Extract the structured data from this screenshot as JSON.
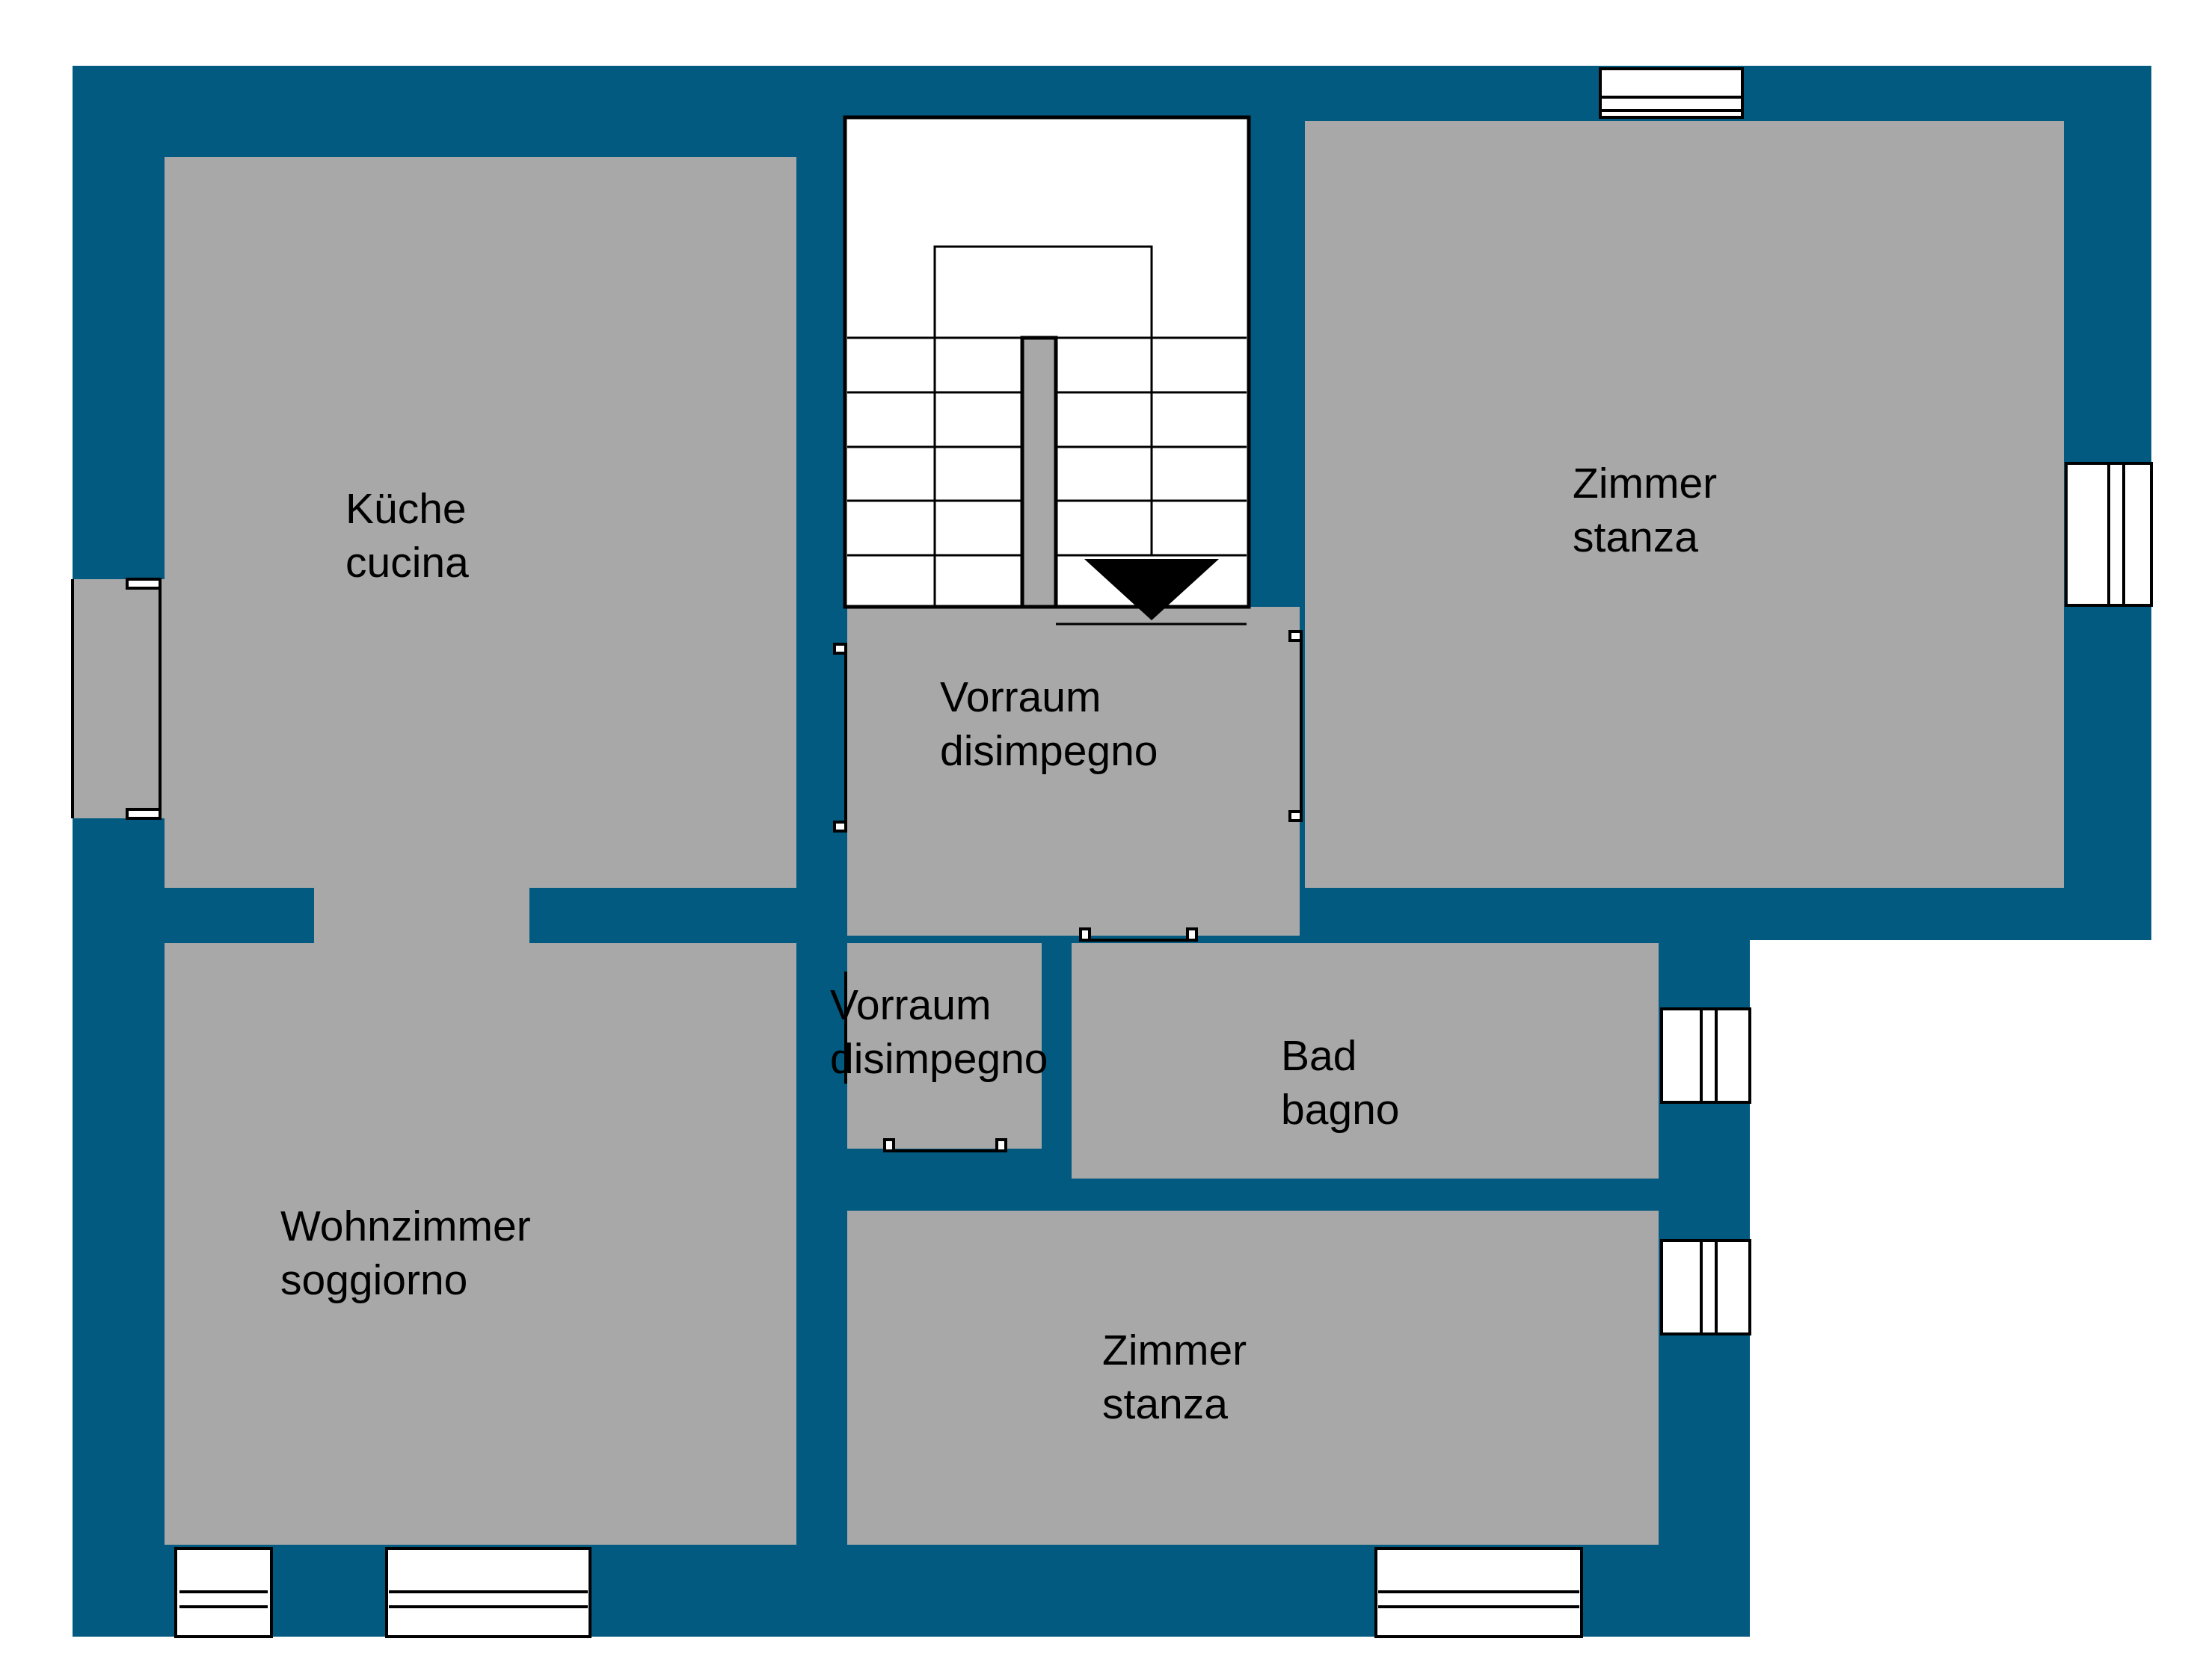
{
  "colors": {
    "wall": "#025a80",
    "floor": "#a8a8a8",
    "stair": "#ffffff",
    "line": "#000000",
    "background": "#ffffff"
  },
  "rooms": {
    "kitchen": {
      "line1": "Küche",
      "line2": "cucina"
    },
    "living": {
      "line1": "Wohnzimmer",
      "line2": "soggiorno"
    },
    "hall_upper": {
      "line1": "Vorraum",
      "line2": "disimpegno"
    },
    "hall_lower": {
      "line1": "Vorraum",
      "line2": "disimpegno"
    },
    "room_ne": {
      "line1": "Zimmer",
      "line2": "stanza"
    },
    "room_s": {
      "line1": "Zimmer",
      "line2": "stanza"
    },
    "bath": {
      "line1": "Bad",
      "line2": "bagno"
    }
  },
  "icons": {
    "stair_direction": "triangle-down-icon",
    "window": "window-icon",
    "door": "door-opening-icon"
  }
}
